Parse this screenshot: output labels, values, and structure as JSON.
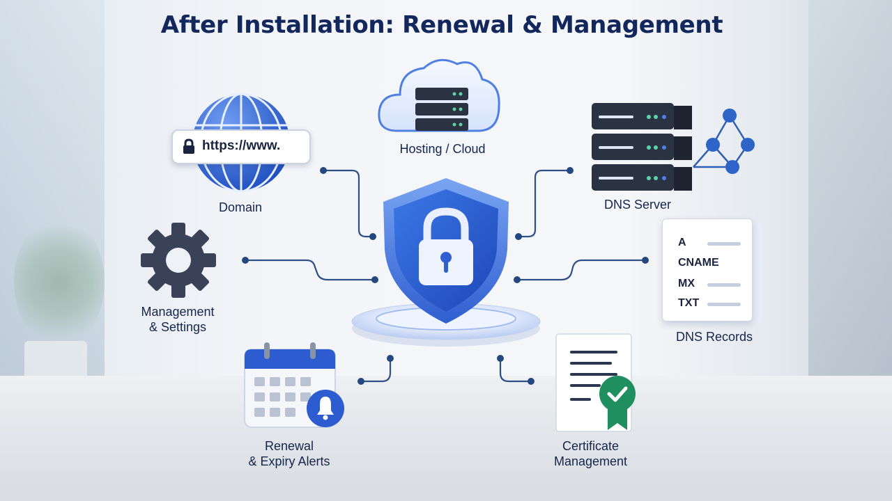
{
  "title": "After Installation: Renewal & Management",
  "nodes": {
    "domain": {
      "label": "Domain",
      "url_text": "https://www."
    },
    "hosting": {
      "label": "Hosting / Cloud"
    },
    "dns_server": {
      "label": "DNS Server"
    },
    "management": {
      "label_line1": "Management",
      "label_line2": "& Settings"
    },
    "dns_records": {
      "label": "DNS Records",
      "records": [
        "A",
        "CNAME",
        "MX",
        "TXT"
      ]
    },
    "renewal": {
      "label_line1": "Renewal",
      "label_line2": "& Expiry Alerts"
    },
    "certificate": {
      "label_line1": "Certificate",
      "label_line2": "Management"
    }
  },
  "colors": {
    "title": "#12275b",
    "accent_blue": "#2f5fd0",
    "connector": "#2e4f86",
    "server_dark": "#2b3342",
    "badge_green": "#1f8f5f"
  },
  "icons": [
    "globe-icon",
    "lock-icon",
    "cloud-icon",
    "server-icon",
    "network-icon",
    "gear-icon",
    "document-icon",
    "calendar-icon",
    "bell-icon",
    "certificate-icon",
    "shield-lock-icon"
  ]
}
